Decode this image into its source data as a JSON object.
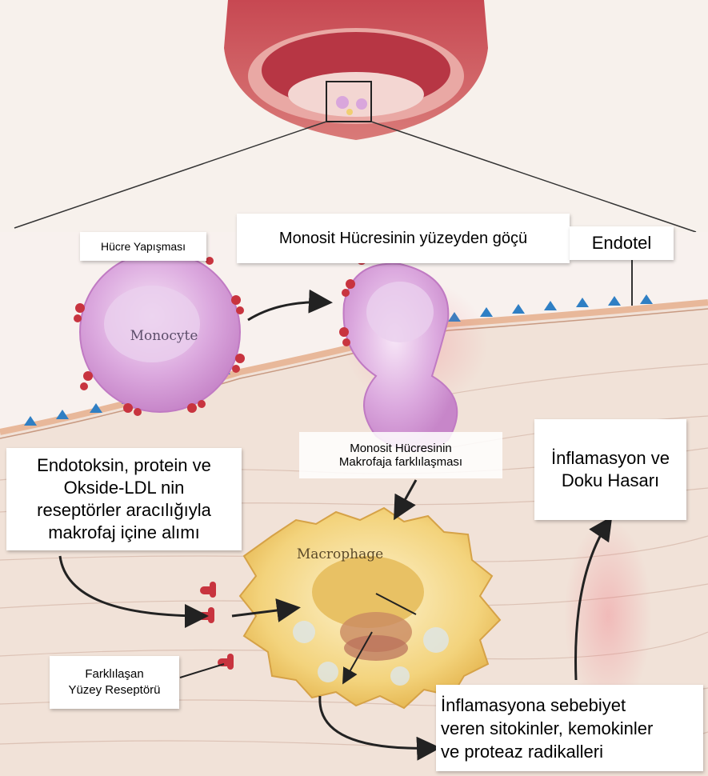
{
  "colors": {
    "background": "#f6eee8",
    "vessel": "#c94a52",
    "tissue": "#f1e2d8",
    "monocyte": "#d9a6dc",
    "macrophage": "#f0cf72",
    "receptor": "#b8323a",
    "endothelium_marker": "#2f7fc4"
  },
  "labels": {
    "cell_adhesion": "Hücre Yapışması",
    "migration": "Monosit Hücresinin yüzeyden göçü",
    "endothelium": "Endotel",
    "monocyte": "Monocyte",
    "macrophage": "Macrophage",
    "differentiation": [
      "Monosit Hücresinin",
      "Makrofaja farklılaşması"
    ],
    "uptake": [
      "Endotoksin, protein ve",
      "Okside-LDL nin",
      "reseptörler aracılığıyla",
      "makrofaj içine alımı"
    ],
    "inflammation": [
      "İnflamasyon ve",
      "Doku Hasarı"
    ],
    "receptor": [
      "Farklılaşan",
      "Yüzey Reseptörü"
    ],
    "cytokines": [
      "İnflamasyona sebebiyet",
      "veren sitokinler, kemokinler",
      "ve proteaz radikalleri"
    ]
  }
}
